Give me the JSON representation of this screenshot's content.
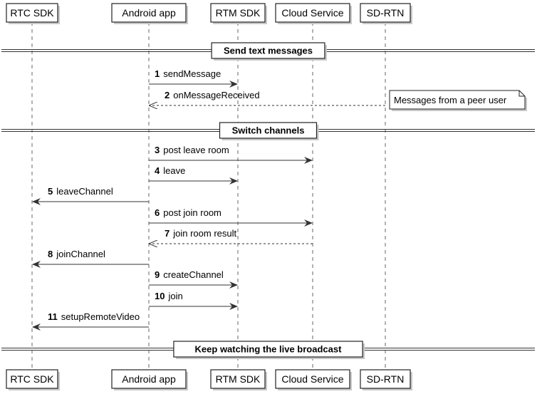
{
  "participants": [
    {
      "id": "rtc",
      "label": "RTC SDK"
    },
    {
      "id": "app",
      "label": "Android app"
    },
    {
      "id": "rtm",
      "label": "RTM SDK"
    },
    {
      "id": "cloud",
      "label": "Cloud Service"
    },
    {
      "id": "sdrtn",
      "label": "SD-RTN"
    }
  ],
  "dividers": [
    {
      "label": "Send text messages"
    },
    {
      "label": "Switch channels"
    },
    {
      "label": "Keep watching the live broadcast"
    }
  ],
  "messages": [
    {
      "num": "1",
      "label": "sendMessage",
      "from": "app",
      "to": "rtm",
      "style": "solid"
    },
    {
      "num": "2",
      "label": "onMessageReceived",
      "from": "sdrtn",
      "to": "app",
      "style": "dashed"
    },
    {
      "num": "3",
      "label": "post leave room",
      "from": "app",
      "to": "cloud",
      "style": "solid"
    },
    {
      "num": "4",
      "label": "leave",
      "from": "app",
      "to": "rtm",
      "style": "solid"
    },
    {
      "num": "5",
      "label": "leaveChannel",
      "from": "app",
      "to": "rtc",
      "style": "solid"
    },
    {
      "num": "6",
      "label": "post join room",
      "from": "app",
      "to": "cloud",
      "style": "solid"
    },
    {
      "num": "7",
      "label": "join room result",
      "from": "cloud",
      "to": "app",
      "style": "dashed"
    },
    {
      "num": "8",
      "label": "joinChannel",
      "from": "app",
      "to": "rtc",
      "style": "solid"
    },
    {
      "num": "9",
      "label": "createChannel",
      "from": "app",
      "to": "rtm",
      "style": "solid"
    },
    {
      "num": "10",
      "label": "join",
      "from": "app",
      "to": "rtm",
      "style": "solid"
    },
    {
      "num": "11",
      "label": "setupRemoteVideo",
      "from": "app",
      "to": "rtc",
      "style": "solid"
    }
  ],
  "notes": [
    {
      "label": "Messages from a peer user",
      "participant": "sdrtn"
    }
  ]
}
